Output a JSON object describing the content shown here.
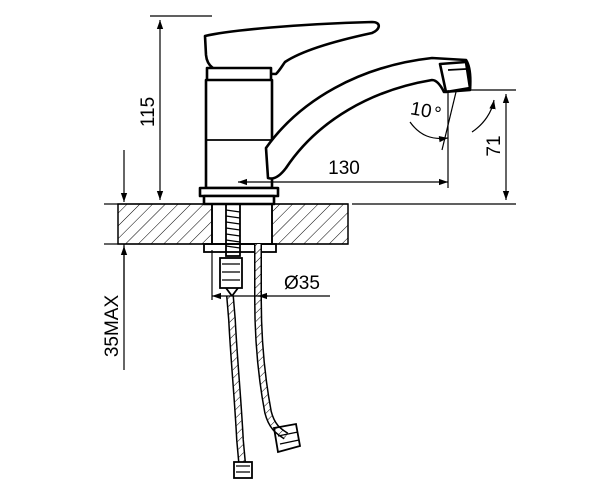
{
  "drawing": {
    "dimensions": {
      "total_height": "115",
      "spout_reach": "130",
      "spout_height": "71",
      "spout_angle": "10",
      "angle_unit": "°",
      "base_diameter": "Ø35",
      "max_deck_thickness": "35MAX"
    }
  }
}
